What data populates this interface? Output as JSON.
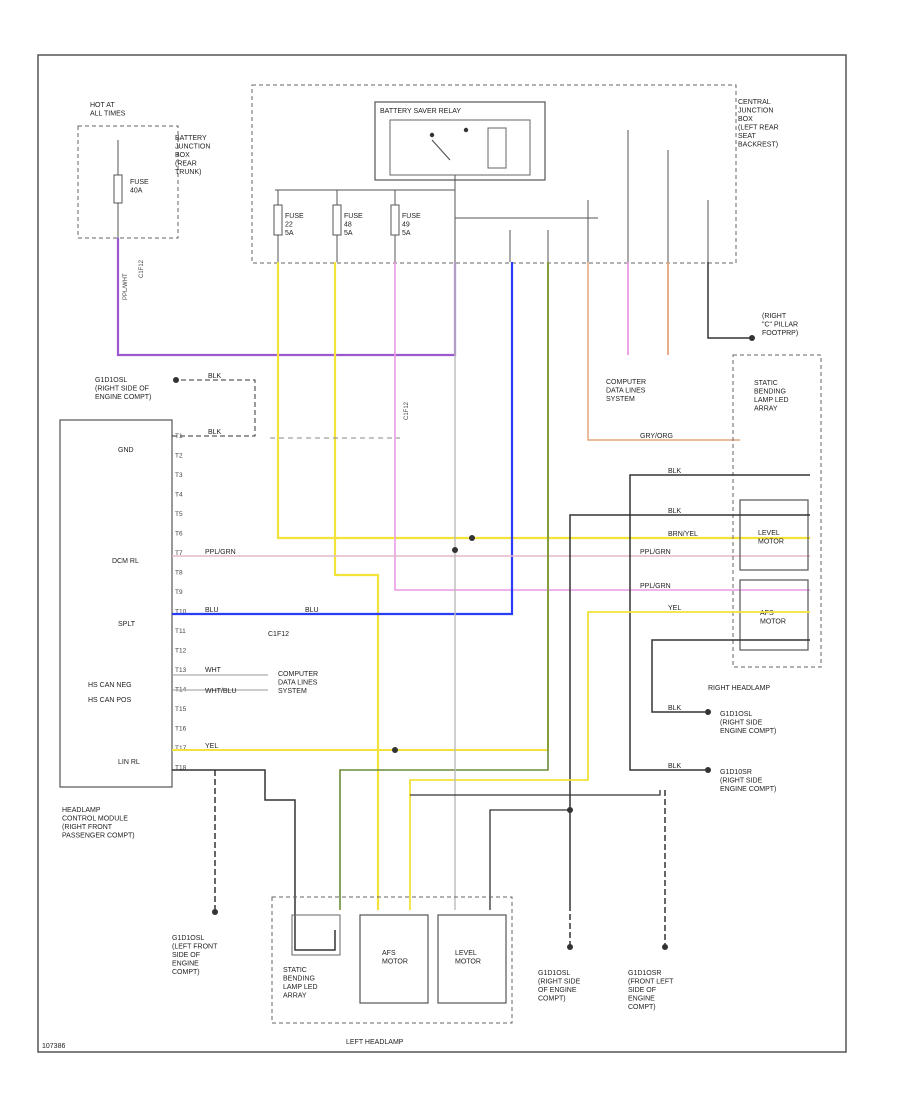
{
  "diagram_id": "107386",
  "hot_at": "HOT AT\nALL TIMES",
  "battery_junction_box": "BATTERY\nJUNCTION\nBOX\n(REAR\nTRUNK)",
  "fuse_batt": "FUSE\n40A",
  "battery_saver_relay": "BATTERY SAVER RELAY",
  "central_junction_box": "CENTRAL\nJUNCTION\nBOX\n(LEFT REAR\nSEAT\nBACKREST)",
  "fuse_1": "FUSE\n22\n5A",
  "fuse_2": "FUSE\n48\n5A",
  "fuse_3": "FUSE\n49\n5A",
  "module_lines": [
    "HEADLAMP",
    "CONTROL MODULE",
    "(RIGHT FRONT",
    "PASSENGER COMPT)"
  ],
  "module_pins": {
    "gnd": "GND",
    "dcm_rl": "DCM RL",
    "splt": "SPLT",
    "hs_can_neg": "HS CAN NEG",
    "hs_can_pos": "HS CAN POS",
    "lin_rl": "LIN RL"
  },
  "module_pin_numbers": [
    "T1",
    "T2",
    "T3",
    "T4",
    "T5",
    "T6",
    "T7",
    "T8",
    "T9",
    "T10",
    "T11",
    "T12",
    "T13",
    "T14",
    "T15",
    "T16",
    "T17",
    "T18"
  ],
  "ground_right_side_1": "G1D1OSL\n(RIGHT SIDE OF\nENGINE COMPT)",
  "computer_data_lines_1": "COMPUTER\nDATA LINES\nSYSTEM",
  "computer_data_lines_2": "COMPUTER\nDATA LINES\nSYSTEM",
  "right_pillar": "(RIGHT\n\"C\" PILLAR\nFOOTPRP)",
  "static_bending_right": "STATIC\nBENDING\nLAMP LED\nARRAY",
  "level_motor": "LEVEL\nMOTOR",
  "afs_motor": "AFS\nMOTOR",
  "right_headlamp": "RIGHT HEADLAMP",
  "left_headlamp": "LEFT HEADLAMP",
  "ground_r1": "G1D1OSL\n(RIGHT SIDE\nENGINE COMPT)",
  "ground_r2": "G1D10SR\n(RIGHT SIDE\nENGINE COMPT)",
  "ground_left_front": "G1D1OSL\n(LEFT FRONT\nSIDE OF\nENGINE\nCOMPT)",
  "static_bending_left": "STATIC\nBENDING\nLAMP LED\nARRAY",
  "ground_bottom_right_side": "G1D1OSL\n(RIGHT SIDE\nOF ENGINE\nCOMPT)",
  "ground_bottom_front_left": "G1D1OSR\n(FRONT LEFT\nSIDE OF\nENGINE\nCOMPT)",
  "connector_c1": "C1F12",
  "connector_c2": "C1F12",
  "wire_labels": {
    "blk": "BLK",
    "ppl_grn": "PPL/GRN",
    "blu": "BLU",
    "wht": "WHT",
    "wht_blu": "WHT/BLU",
    "yel": "YEL",
    "gry_org": "GRY/ORG",
    "brn_yel": "BRN/YEL",
    "ppl_wht": "PPL/WHT"
  },
  "colors": {
    "purple": "#9b59d0",
    "yellow": "#f2e23a",
    "blue": "#2b3cf5",
    "pink": "#e99ae6",
    "green": "#6a8b3a",
    "orange": "#e3a67a",
    "gray": "#9a9a9a",
    "dark": "#333333",
    "line": "#555555"
  }
}
